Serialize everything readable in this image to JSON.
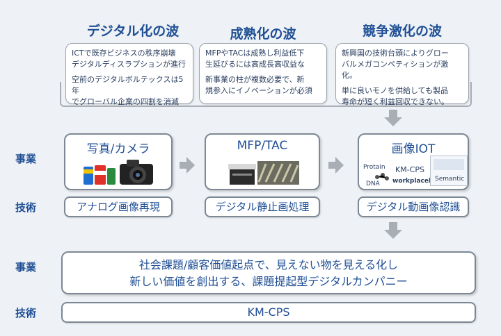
{
  "waves": [
    {
      "title": "デジタル化の波",
      "lines": [
        "ICTで既存ビジネスの秩序崩壊",
        "デジタルディスラプションが進行",
        "空前のデジタルボルテックスは5年",
        "でグローバル企業の四割を消滅"
      ]
    },
    {
      "title": "成熟化の波",
      "lines": [
        "MFPやTACは成熟し利益低下",
        "生延びるには高成長高収益な",
        "新事業の柱が複数必要で、新",
        "規参入にイノベーションが必須"
      ]
    },
    {
      "title": "競争激化の波",
      "lines": [
        "新興国の技術台頭によりグロー",
        "バルメガコンペティションが激化。",
        "単に良いモノを供給しても製品",
        "寿命が短く利益回収できない。"
      ]
    }
  ],
  "labels": {
    "business": "事業",
    "technology": "技術"
  },
  "stages": [
    {
      "business": "写真/カメラ",
      "technology": "アナログ画像再現"
    },
    {
      "business": "MFP/TAC",
      "technology": "デジタル静止画処理"
    },
    {
      "business": "画像IOT",
      "technology": "デジタル動画像認識",
      "sub_labels": {
        "protain": "Protain",
        "dna": "DNA",
        "kmcps": "KM-CPS",
        "workplace": "workplacehub",
        "semantic": "Semantic"
      }
    }
  ],
  "future": {
    "business_line1": "社会課題/顧客価値起点で、見えない物を見える化し",
    "business_line2": "新しい価値を創出する、課題提起型デジタルカンパニー",
    "technology": "KM-CPS"
  },
  "colors": {
    "title_blue": "#1f4f95",
    "arrow_gray": "#a9aeb5",
    "border_gray": "#7d8895"
  }
}
